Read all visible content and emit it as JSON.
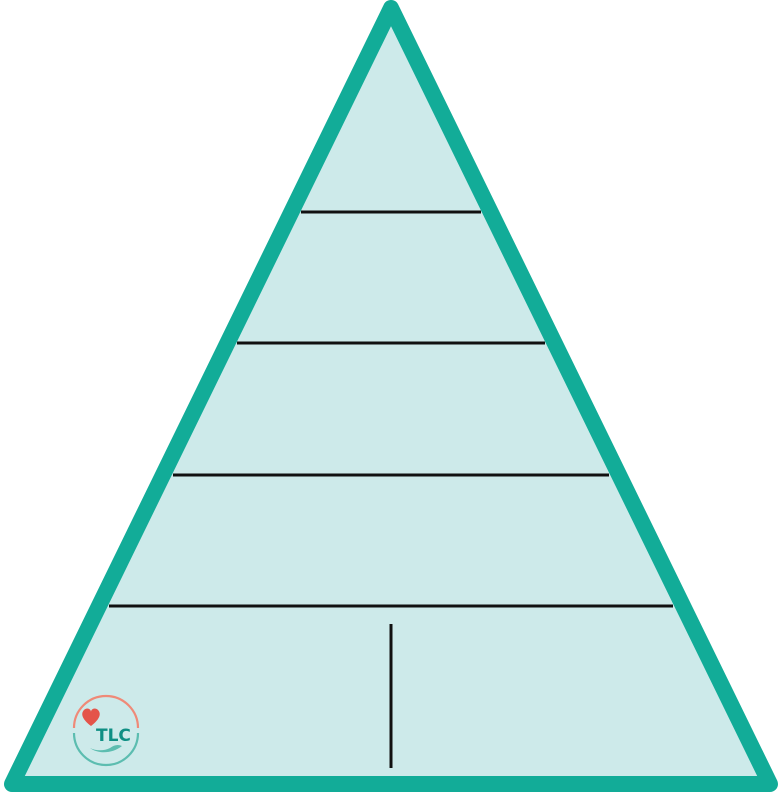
{
  "diagram": {
    "type": "pyramid",
    "tiers": 5,
    "bottom_tier_split": 2,
    "colors": {
      "outline": "#12ac98",
      "fill": "#cdeaea",
      "divider": "#111111",
      "background": "#ffffff"
    }
  },
  "logo": {
    "text": "TLC",
    "icon": "heart-hands-icon",
    "colors": {
      "heart": "#e4544a",
      "arc_top": "#ef8a78",
      "arc_bottom": "#5cbdb0",
      "text": "#0f8f84"
    }
  }
}
